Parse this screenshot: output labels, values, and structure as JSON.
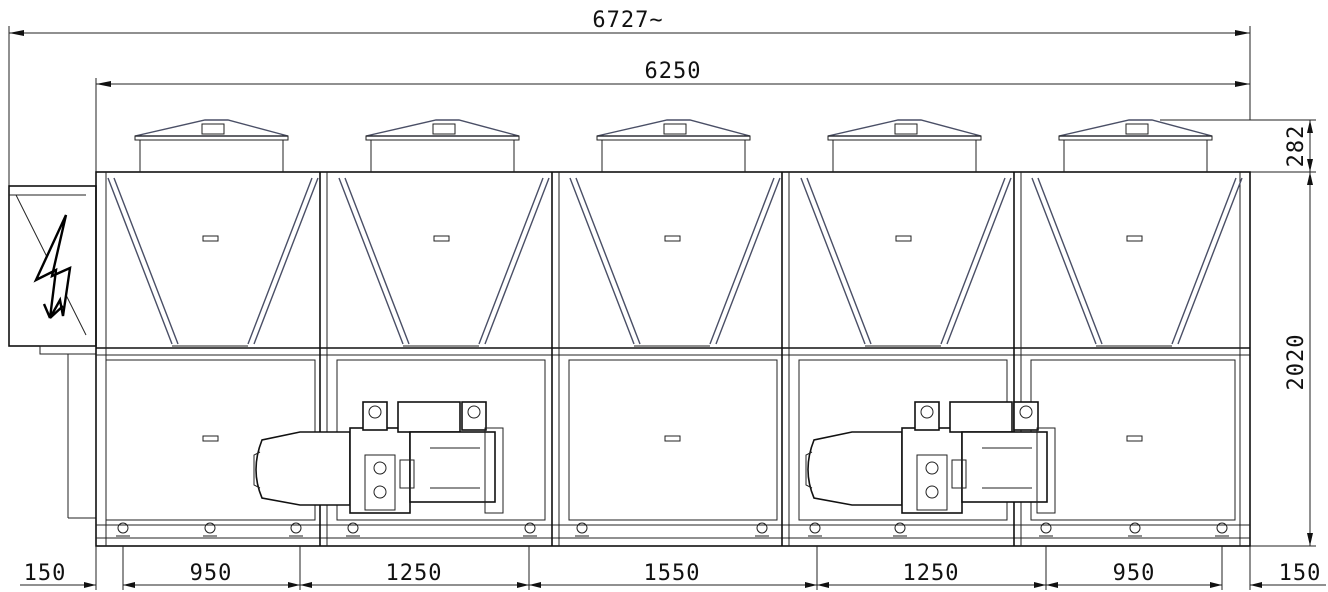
{
  "dimensions": {
    "overall_length": "6727~",
    "unit_length": "6250",
    "fan_height": "282",
    "unit_height": "2020",
    "left_offset": "150",
    "right_offset": "150",
    "bays": [
      "950",
      "1250",
      "1550",
      "1250",
      "950"
    ]
  },
  "colors": {
    "line": "#111111",
    "frame": "#4a4f66",
    "background": "#ffffff"
  },
  "icons": [
    "lightning-bolt-icon"
  ]
}
